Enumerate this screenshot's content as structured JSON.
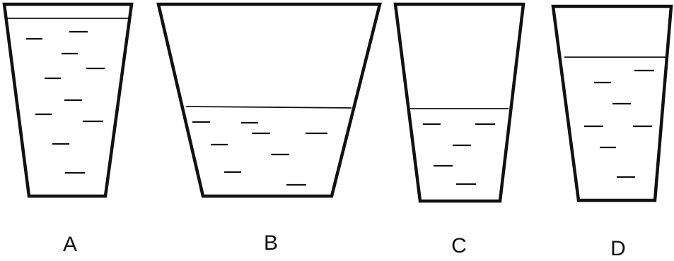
{
  "cups": [
    {
      "id": "a",
      "label": "A"
    },
    {
      "id": "b",
      "label": "B"
    },
    {
      "id": "c",
      "label": "C"
    },
    {
      "id": "d",
      "label": "D"
    }
  ],
  "colors": {
    "ink": "#111111",
    "background": "#ffffff"
  }
}
